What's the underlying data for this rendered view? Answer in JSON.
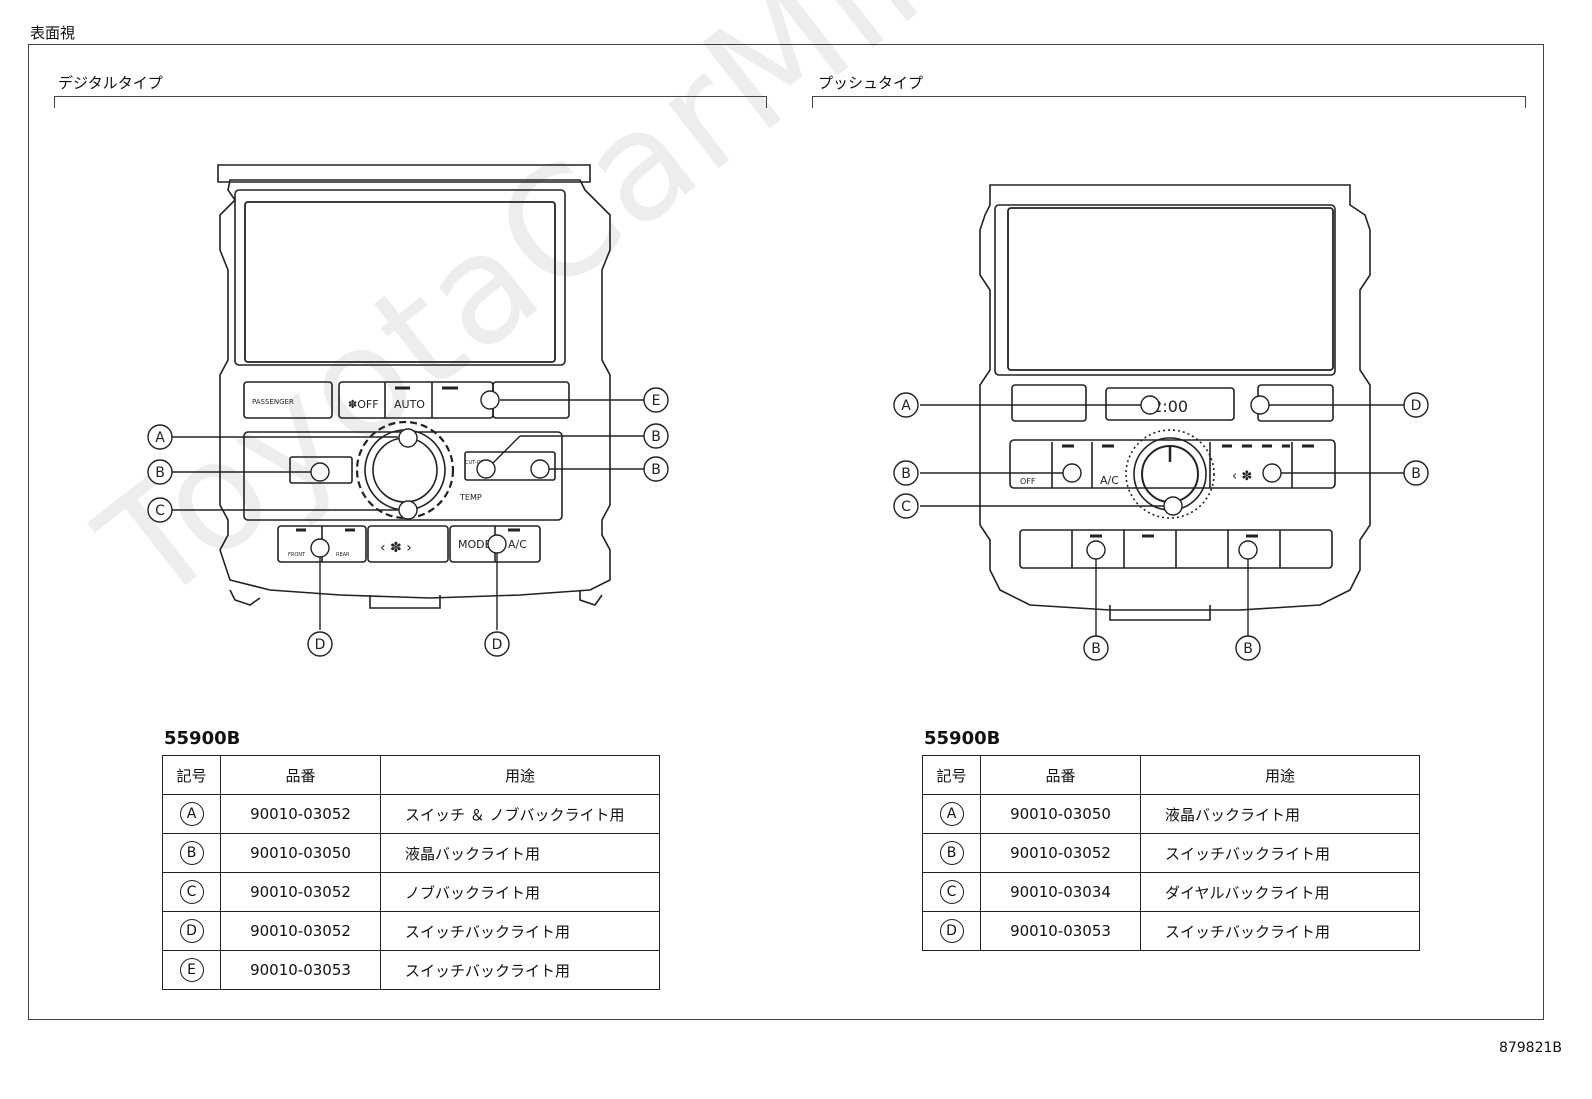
{
  "view_label": "表面視",
  "watermark": "ToyotaCarMine.ru",
  "doc_id": "879821B",
  "left": {
    "title": "デジタルタイプ",
    "panel": {
      "buttons": {
        "passenger": "PASSENGER",
        "off": "✽OFF",
        "auto": "AUTO",
        "mode": "MODE",
        "ac": "A/C",
        "front": "FRONT",
        "rear": "REAR",
        "temp": "TEMP",
        "cutoff": "CUT-OFF"
      },
      "callouts": [
        "A",
        "B",
        "C",
        "B",
        "B",
        "E",
        "D",
        "D"
      ]
    },
    "table_title": "55900B",
    "headers": [
      "記号",
      "品番",
      "用途"
    ],
    "rows": [
      {
        "symbol": "A",
        "part": "90010-03052",
        "use": "スイッチ ＆ ノブバックライト用"
      },
      {
        "symbol": "B",
        "part": "90010-03050",
        "use": "液晶バックライト用"
      },
      {
        "symbol": "C",
        "part": "90010-03052",
        "use": "ノブバックライト用"
      },
      {
        "symbol": "D",
        "part": "90010-03052",
        "use": "スイッチバックライト用"
      },
      {
        "symbol": "E",
        "part": "90010-03053",
        "use": "スイッチバックライト用"
      }
    ]
  },
  "right": {
    "title": "プッシュタイプ",
    "panel": {
      "buttons": {
        "ac": "A/C",
        "off": "OFF",
        "lcd": "12:00"
      },
      "callouts": [
        "A",
        "B",
        "C",
        "D",
        "B",
        "B",
        "B"
      ]
    },
    "table_title": "55900B",
    "headers": [
      "記号",
      "品番",
      "用途"
    ],
    "rows": [
      {
        "symbol": "A",
        "part": "90010-03050",
        "use": "液晶バックライト用"
      },
      {
        "symbol": "B",
        "part": "90010-03052",
        "use": "スイッチバックライト用"
      },
      {
        "symbol": "C",
        "part": "90010-03034",
        "use": "ダイヤルバックライト用"
      },
      {
        "symbol": "D",
        "part": "90010-03053",
        "use": "スイッチバックライト用"
      }
    ]
  }
}
